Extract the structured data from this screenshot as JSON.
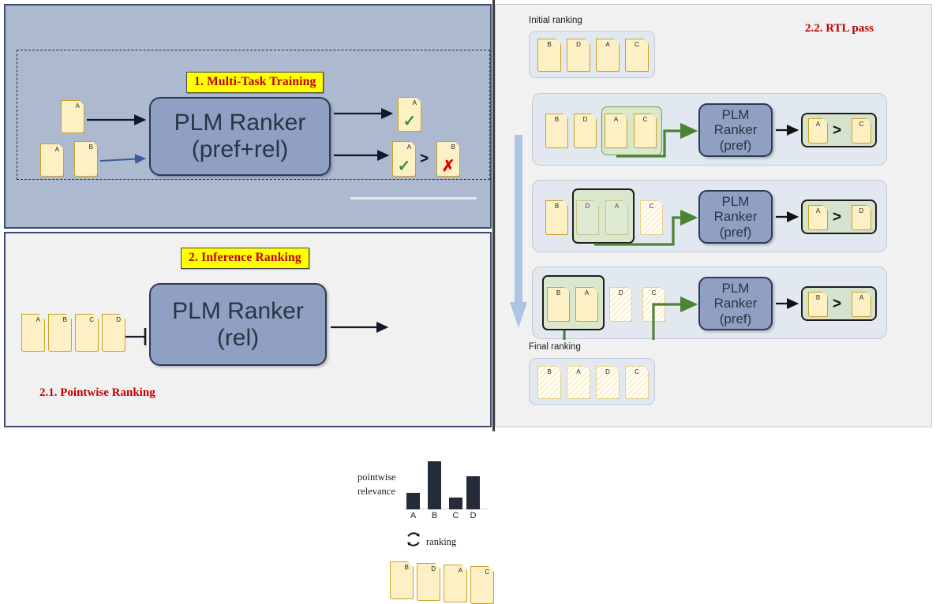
{
  "left": {
    "training": {
      "banner": "1. Multi-Task Training",
      "model_line1": "PLM Ranker",
      "model_line2": "(pref+rel)",
      "inputs": {
        "pointwise_doc": "A",
        "pairwise_docs": [
          "A",
          "B"
        ]
      },
      "outputs": {
        "pointwise": {
          "label": "A",
          "mark": "check"
        },
        "pairwise": {
          "left": {
            "label": "A",
            "mark": "check"
          },
          "operator": ">",
          "right": {
            "label": "B",
            "mark": "cross"
          }
        }
      }
    },
    "inference": {
      "banner": "2. Inference Ranking",
      "section_label": "2.1. Pointwise Ranking",
      "model_line1": "PLM Ranker",
      "model_line2": "(rel)",
      "input_docs": [
        "A",
        "B",
        "C",
        "D"
      ],
      "chart_caption_line1": "pointwise",
      "chart_caption_line2": "relevance",
      "ranking_caption": "ranking",
      "ranking_icon": "circular-arrow-icon",
      "output_docs": [
        "B",
        "D",
        "A",
        "C"
      ]
    }
  },
  "right": {
    "title": "2.2. RTL pass",
    "initial_ranking_label": "Initial ranking",
    "initial_ranking_docs": [
      "B",
      "D",
      "A",
      "C"
    ],
    "final_ranking_label": "Final ranking",
    "final_ranking_docs": [
      "B",
      "A",
      "D",
      "C"
    ],
    "flow_arrow": "down-arrow-icon",
    "steps": [
      {
        "docs": [
          {
            "label": "B",
            "state": "plain"
          },
          {
            "label": "D",
            "state": "plain"
          },
          {
            "label": "A",
            "state": "selected"
          },
          {
            "label": "C",
            "state": "selected"
          }
        ],
        "model_line1": "PLM",
        "model_line2": "Ranker",
        "model_line3": "(pref)",
        "result": {
          "left": "A",
          "operator": ">",
          "right": "C"
        }
      },
      {
        "docs": [
          {
            "label": "B",
            "state": "plain"
          },
          {
            "label": "D",
            "state": "selected"
          },
          {
            "label": "A",
            "state": "selected"
          },
          {
            "label": "C",
            "state": "settled"
          }
        ],
        "model_line1": "PLM",
        "model_line2": "Ranker",
        "model_line3": "(pref)",
        "result": {
          "left": "A",
          "operator": ">",
          "right": "D"
        }
      },
      {
        "docs": [
          {
            "label": "B",
            "state": "selected"
          },
          {
            "label": "A",
            "state": "selected"
          },
          {
            "label": "D",
            "state": "settled"
          },
          {
            "label": "C",
            "state": "settled"
          }
        ],
        "model_line1": "PLM",
        "model_line2": "Ranker",
        "model_line3": "(pref)",
        "result": {
          "left": "B",
          "operator": ">",
          "right": "A"
        }
      }
    ]
  },
  "chart_data": {
    "type": "bar",
    "title": "pointwise relevance",
    "categories": [
      "A",
      "B",
      "C",
      "D"
    ],
    "values": [
      26,
      75,
      18,
      52
    ],
    "ylim": [
      0,
      80
    ],
    "xlabel": "",
    "ylabel": "pointwise relevance",
    "grid": false,
    "legend": "none"
  },
  "colors": {
    "training_panel_bg": "#adb9cf",
    "panel_border": "#3b4d77",
    "inference_panel_bg": "#f1f1f1",
    "banner_bg": "#ffff00",
    "banner_text": "#c00000",
    "doc_fill": "#fdf0c4",
    "doc_border": "#c9a227",
    "model_fill": "#8fa0c2",
    "model_border": "#2c3a55",
    "highlight_green": "#d9e7cd",
    "green_arrow": "#4e8234",
    "bar_color": "#242c3a",
    "flow_arrow": "#aec4e3",
    "check": "#3c8a3c",
    "cross": "#e00000"
  }
}
